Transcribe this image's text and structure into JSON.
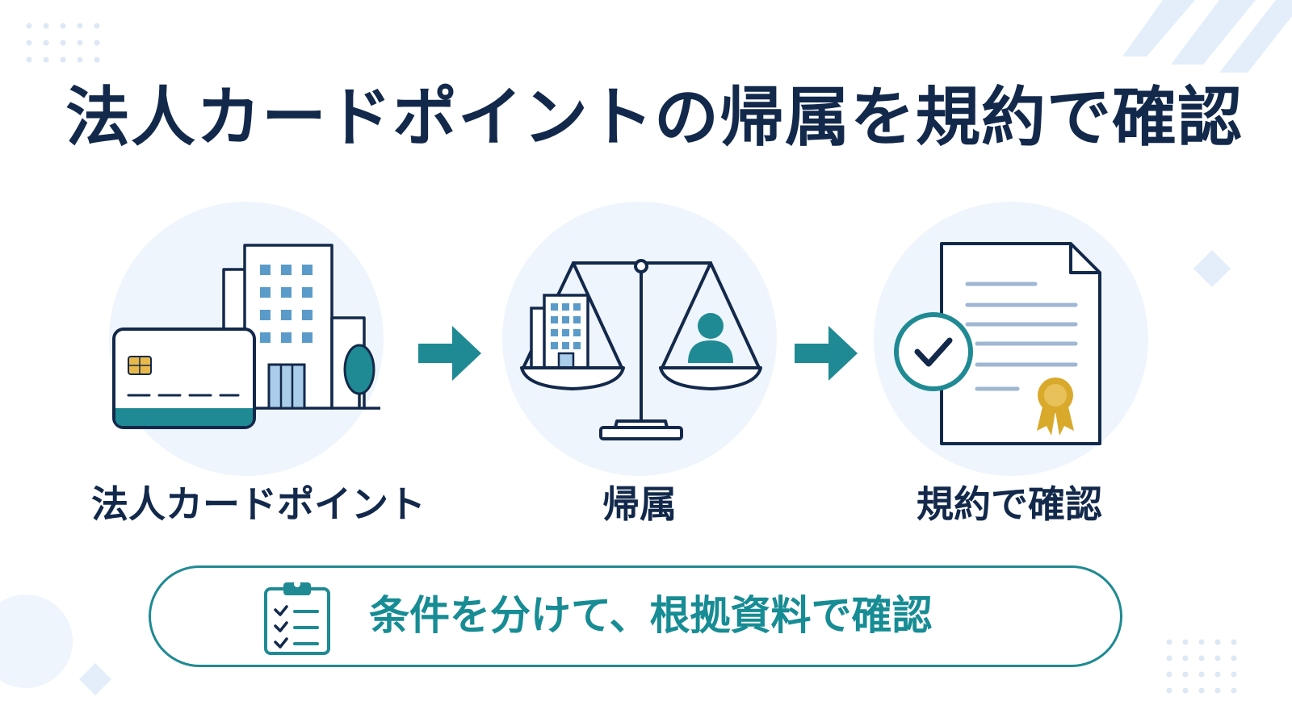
{
  "title": "法人カードポイントの帰属を規約で確認",
  "steps": [
    {
      "label": "法人カードポイント",
      "icon": "card-building-icon"
    },
    {
      "label": "帰属",
      "icon": "balance-scale-icon"
    },
    {
      "label": "規約で確認",
      "icon": "contract-check-icon"
    }
  ],
  "summary": {
    "text": "条件を分けて、根拠資料で確認",
    "icon": "clipboard-checklist-icon"
  },
  "colors": {
    "navy": "#13294b",
    "teal": "#1f8a93",
    "light_blue": "#eef5fc",
    "gold": "#d9a92c"
  }
}
